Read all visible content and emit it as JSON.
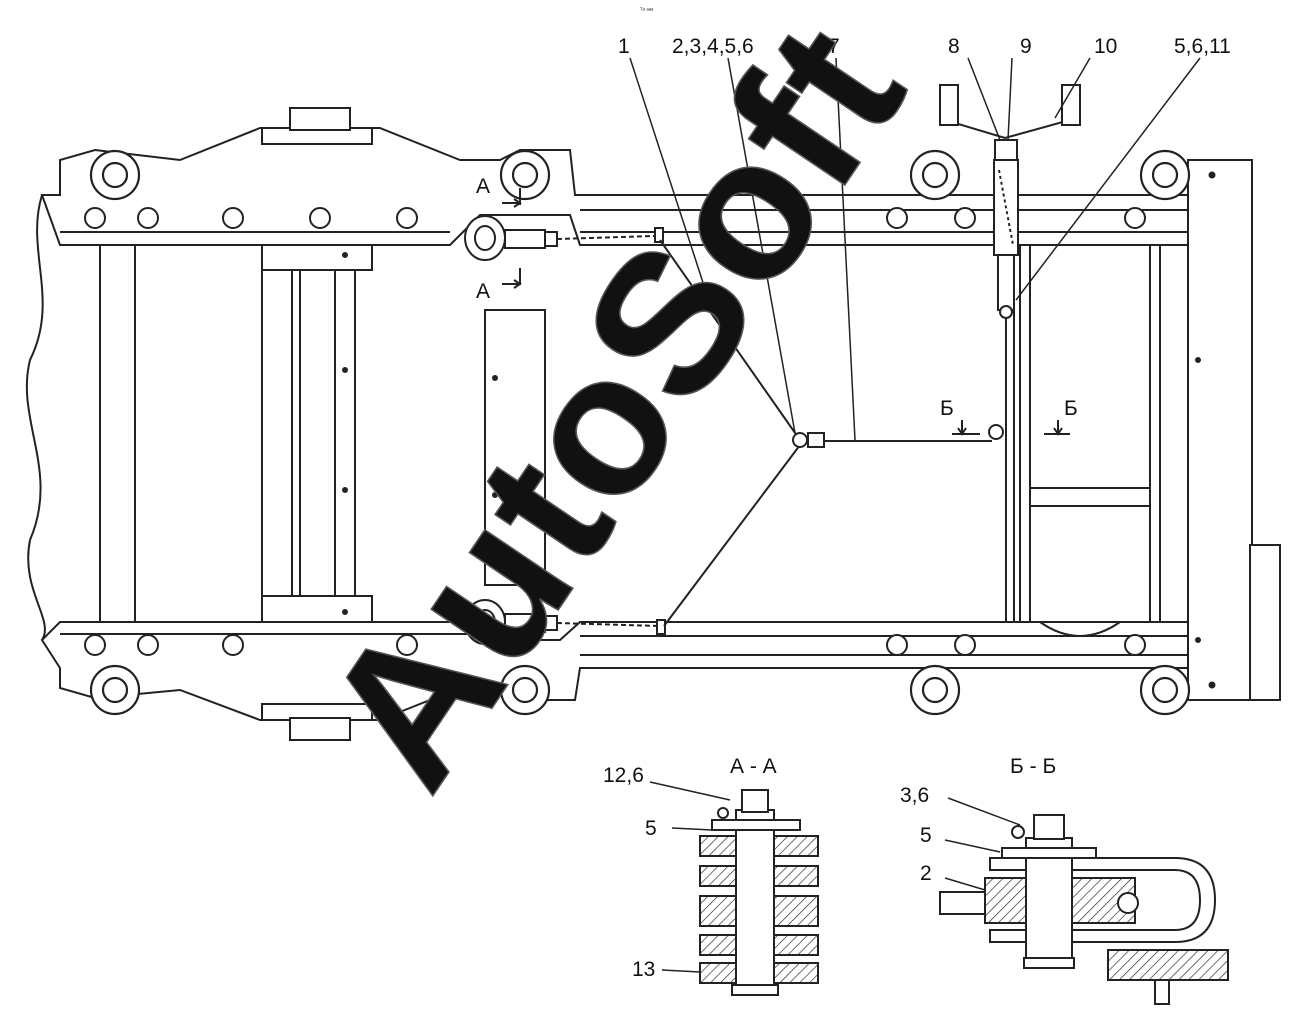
{
  "header": {
    "top_mark": "ᵀᵃ ᵃᵃᵃ"
  },
  "callouts": {
    "c1": "1",
    "c2": "2,3,4,5,6",
    "c3": "7",
    "c4": "8",
    "c5": "9",
    "c6": "10",
    "c7": "5,6,11"
  },
  "section_marks": {
    "a_top": "А",
    "a_bottom": "А",
    "b_left": "Б",
    "b_right": "Б"
  },
  "section_aa": {
    "title": "А - А",
    "labels": [
      "12,6",
      "5",
      "13"
    ]
  },
  "section_bb": {
    "title": "Б - Б",
    "labels": [
      "3,6",
      "5",
      "2"
    ]
  },
  "watermark": "AutoSoft"
}
